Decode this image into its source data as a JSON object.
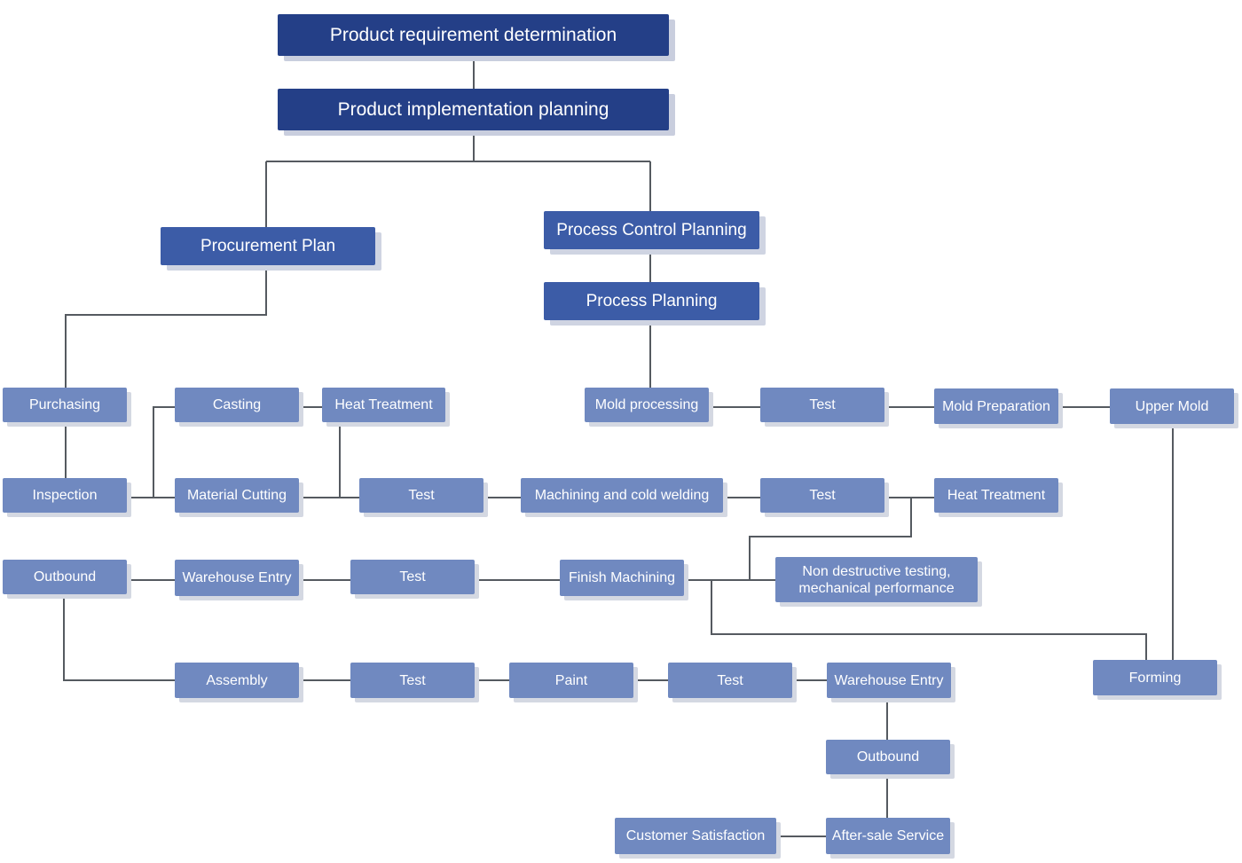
{
  "nodes": {
    "product_requirement": "Product requirement determination",
    "product_implementation": "Product implementation planning",
    "procurement_plan": "Procurement Plan",
    "process_control_planning": "Process Control Planning",
    "process_planning": "Process Planning",
    "purchasing": "Purchasing",
    "inspection": "Inspection",
    "casting": "Casting",
    "heat_treatment_1": "Heat Treatment",
    "material_cutting": "Material Cutting",
    "test_1": "Test",
    "machining_cold_welding": "Machining and cold welding",
    "test_2": "Test",
    "heat_treatment_2": "Heat Treatment",
    "mold_processing": "Mold processing",
    "test_mold": "Test",
    "mold_preparation": "Mold Preparation",
    "upper_mold": "Upper Mold",
    "outbound_1": "Outbound",
    "warehouse_entry_1": "Warehouse Entry",
    "test_3": "Test",
    "finish_machining": "Finish Machining",
    "ndt_line1": "Non destructive testing,",
    "ndt_line2": "mechanical performance",
    "assembly": "Assembly",
    "test_4": "Test",
    "paint": "Paint",
    "test_5": "Test",
    "warehouse_entry_2": "Warehouse Entry",
    "forming": "Forming",
    "outbound_2": "Outbound",
    "after_sale_service": "After-sale Service",
    "customer_satisfaction": "Customer Satisfaction"
  },
  "colors": {
    "level1": "#243f87",
    "level2": "#3c5ca7",
    "level3": "#7089c0",
    "connector": "#555a60"
  }
}
